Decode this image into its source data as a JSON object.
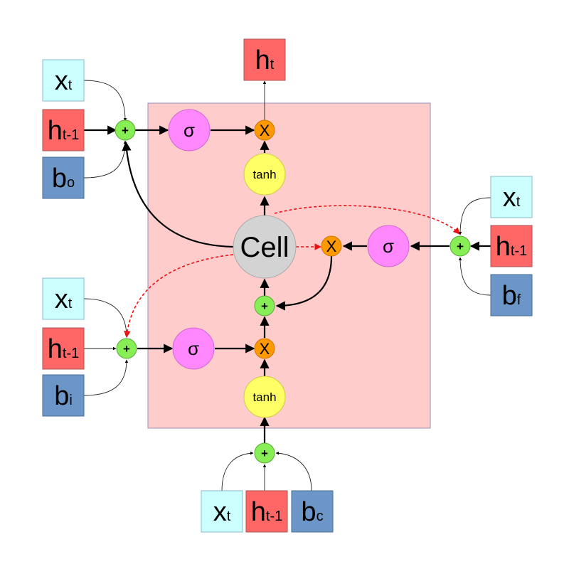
{
  "diagram": {
    "inputs": {
      "x": {
        "main": "x",
        "sub": "t"
      },
      "h": {
        "main": "h",
        "sub": "t-1"
      },
      "bias_output": {
        "main": "b",
        "sub": "o"
      },
      "bias_input": {
        "main": "b",
        "sub": "i"
      },
      "bias_forget": {
        "main": "b",
        "sub": "f"
      },
      "bias_cell": {
        "main": "b",
        "sub": "c"
      }
    },
    "output": {
      "main": "h",
      "sub": "t"
    },
    "ops": {
      "sum": "+",
      "multiply": "X",
      "sigmoid": "σ",
      "tanh": "tanh",
      "cell": "Cell"
    },
    "colors": {
      "cell_background": "#ffcccc",
      "x_box": "#ccffff",
      "h_box": "#ff6666",
      "b_box": "#6c95c8",
      "sum_node": "#88ee55",
      "multiply_node": "#ff9900",
      "sigmoid_node": "#ff88ff",
      "tanh_node": "#ffff66",
      "cell_node": "#d3d3d3",
      "peephole": "#ee1111"
    }
  }
}
